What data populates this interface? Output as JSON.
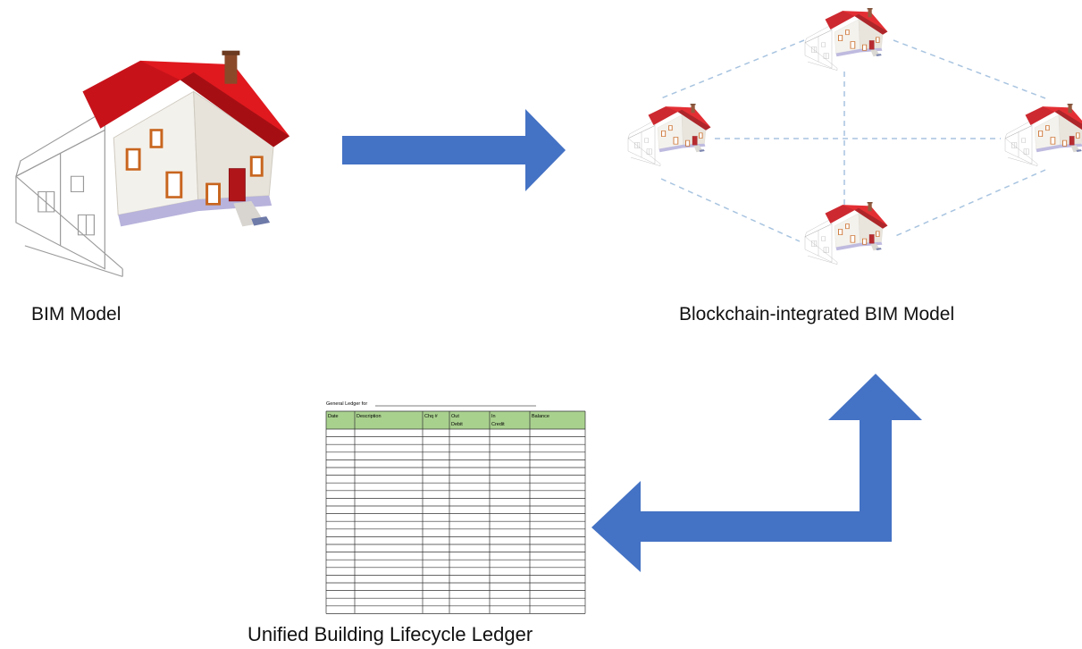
{
  "labels": {
    "bim_model": "BIM Model",
    "blockchain_model": "Blockchain-integrated BIM Model",
    "ledger": "Unified Building Lifecycle Ledger"
  },
  "ledger_sheet": {
    "title": "General Ledger for",
    "columns": [
      {
        "top": "Date",
        "bottom": ""
      },
      {
        "top": "Description",
        "bottom": ""
      },
      {
        "top": "Chq #",
        "bottom": ""
      },
      {
        "top": "Out",
        "bottom": "Debit"
      },
      {
        "top": "In",
        "bottom": "Credit"
      },
      {
        "top": "Balance",
        "bottom": ""
      }
    ],
    "empty_rows": 24
  },
  "colors": {
    "arrow": "#4472C4",
    "roof": "#D7191C",
    "wall": "#F2EFE8",
    "window_frame": "#C8651E",
    "ledger_header": "#A9D18E",
    "network_line": "#A8C4E0"
  },
  "icons": [
    "house-icon",
    "arrow-right-icon",
    "arrow-left-up-icon"
  ]
}
